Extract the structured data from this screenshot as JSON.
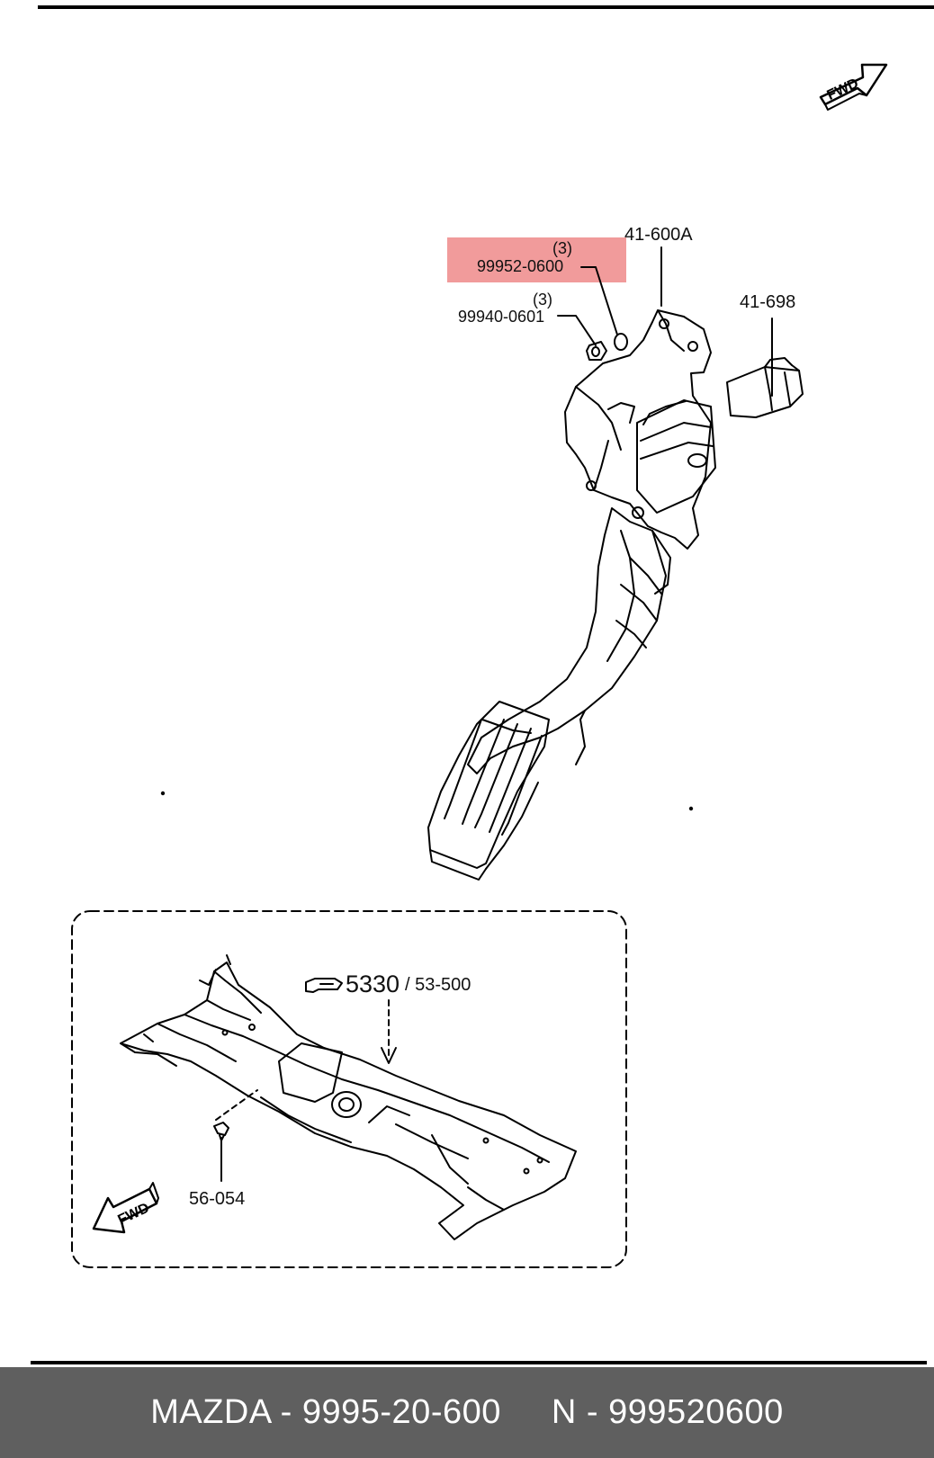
{
  "diagram": {
    "callouts": {
      "nut_qty": "(3)",
      "nut_part": "99952-0600",
      "bolt_qty": "(3)",
      "bolt_part": "99940-0601",
      "pedal_part": "41-600A",
      "connector_part": "41-698",
      "ref_main": "5330",
      "ref_sub": "/ 53-500",
      "clip_part": "56-054"
    },
    "fwd_arrow_top": "FWD",
    "fwd_arrow_bottom": "FWD"
  },
  "footer": {
    "brand_part": "MAZDA - 9995-20-600",
    "n_number": "N - 999520600"
  },
  "colors": {
    "highlight": "#ee8a8a",
    "footer_bg": "#5f5f5f",
    "line": "#000000"
  }
}
